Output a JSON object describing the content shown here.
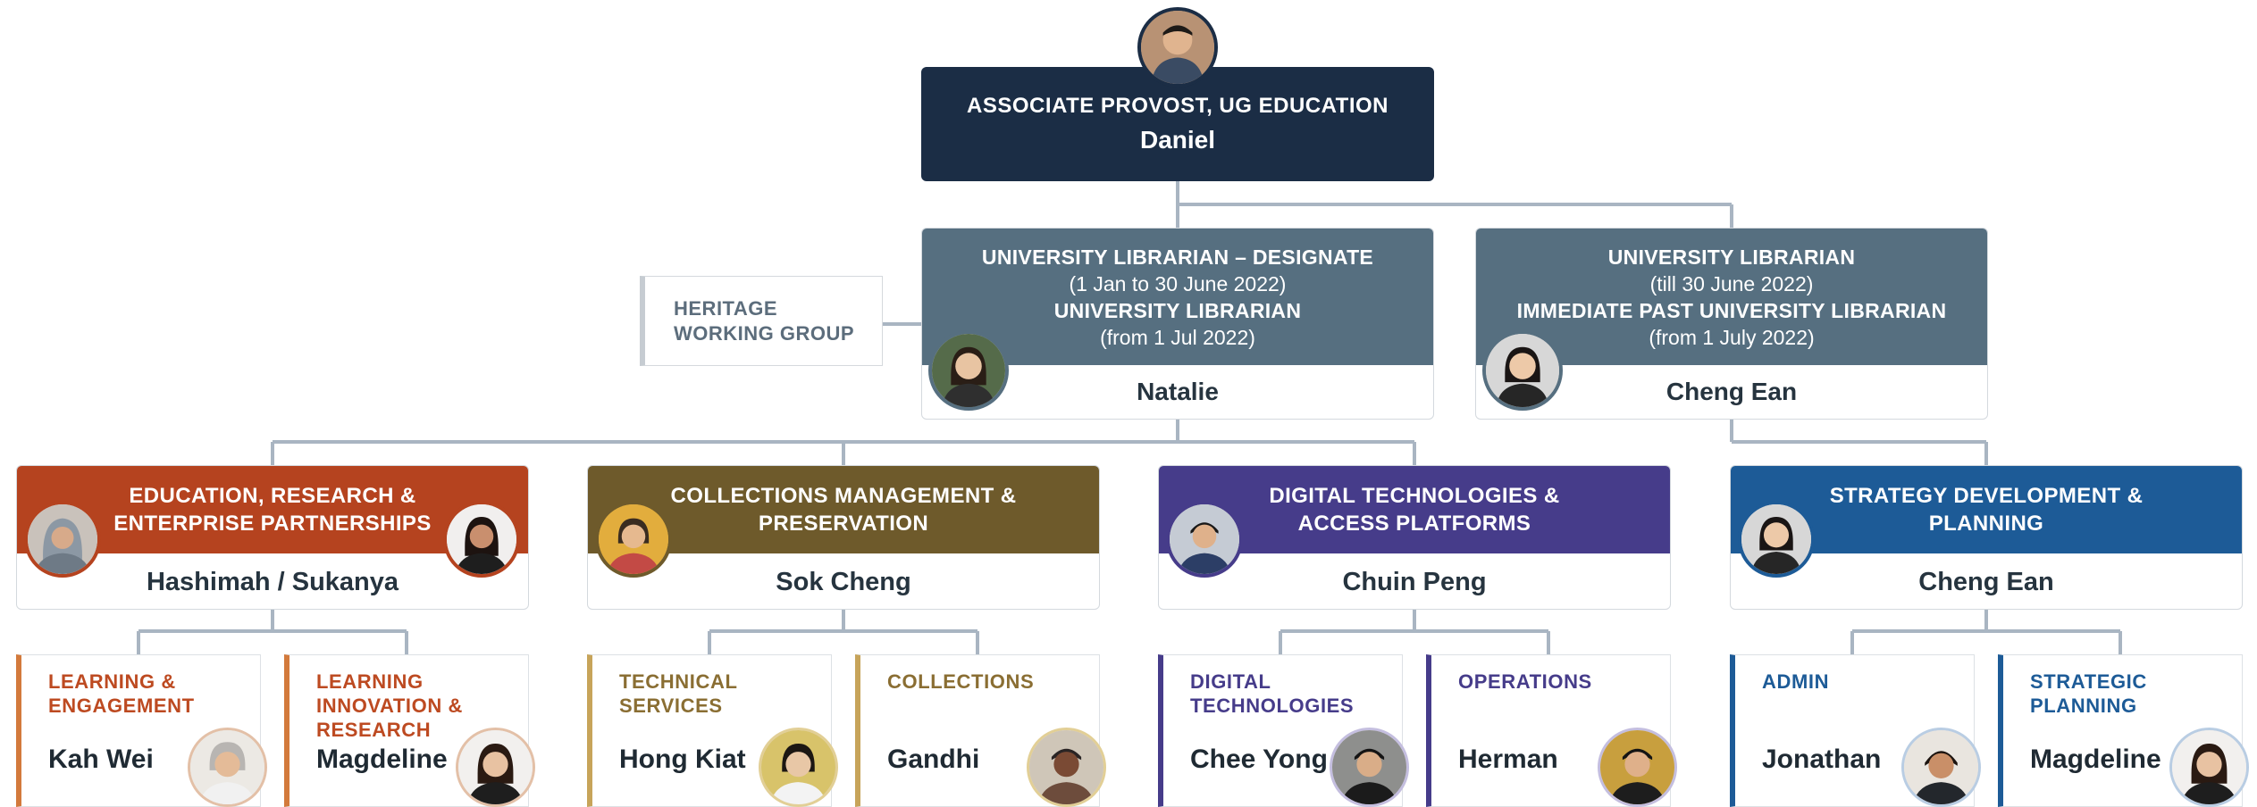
{
  "executive": {
    "title": "ASSOCIATE PROVOST, UG EDUCATION",
    "name": "Daniel"
  },
  "librarians": [
    {
      "lines": [
        "UNIVERSITY LIBRARIAN – DESIGNATE",
        "(1 Jan to 30 June 2022)",
        "UNIVERSITY LIBRARIAN",
        "(from 1 Jul 2022)"
      ],
      "name": "Natalie"
    },
    {
      "lines": [
        "UNIVERSITY LIBRARIAN",
        "(till 30 June 2022)",
        "IMMEDIATE PAST UNIVERSITY LIBRARIAN",
        "(from 1 July 2022)"
      ],
      "name": "Cheng Ean"
    }
  ],
  "heritage": {
    "line1": "HERITAGE",
    "line2": "WORKING GROUP"
  },
  "divisions": [
    {
      "line1": "EDUCATION, RESEARCH &",
      "line2": "ENTERPRISE PARTNERSHIPS",
      "name": "Hashimah  / Sukanya",
      "color": "#b5431f",
      "units": [
        {
          "line1": "LEARNING &",
          "line2": "ENGAGEMENT",
          "line3": "",
          "name": "Kah Wei"
        },
        {
          "line1": "LEARNING",
          "line2": "INNOVATION &",
          "line3": "RESEARCH",
          "name": "Magdeline"
        }
      ]
    },
    {
      "line1": "COLLECTIONS MANAGEMENT &",
      "line2": "PRESERVATION",
      "name": "Sok Cheng",
      "color": "#6e5a2b",
      "units": [
        {
          "line1": "TECHNICAL",
          "line2": "SERVICES",
          "line3": "",
          "name": "Hong Kiat"
        },
        {
          "line1": "COLLECTIONS",
          "line2": "",
          "line3": "",
          "name": "Gandhi"
        }
      ]
    },
    {
      "line1": "DIGITAL TECHNOLOGIES &",
      "line2": "ACCESS PLATFORMS",
      "name": "Chuin Peng",
      "color": "#463c8a",
      "units": [
        {
          "line1": "DIGITAL",
          "line2": "TECHNOLOGIES",
          "line3": "",
          "name": "Chee Yong"
        },
        {
          "line1": "OPERATIONS",
          "line2": "",
          "line3": "",
          "name": "Herman"
        }
      ]
    },
    {
      "line1": "STRATEGY DEVELOPMENT &",
      "line2": "PLANNING",
      "name": "Cheng Ean",
      "color": "#1d5b97",
      "units": [
        {
          "line1": "ADMIN",
          "line2": "",
          "line3": "",
          "name": "Jonathan"
        },
        {
          "line1": "STRATEGIC",
          "line2": "PLANNING",
          "line3": "",
          "name": "Magdeline"
        }
      ]
    }
  ],
  "colors": {
    "connector": "#a9b5c2",
    "executive_bg": "#1b2d45",
    "librarian_bg": "#566f80",
    "unit_titles": [
      "#bd4a21",
      "#8a6e33",
      "#463c8a",
      "#1d5b97"
    ],
    "unit_bars": [
      "#d37a3c",
      "#c7a45a",
      "#463c8a",
      "#1d5b97"
    ]
  }
}
